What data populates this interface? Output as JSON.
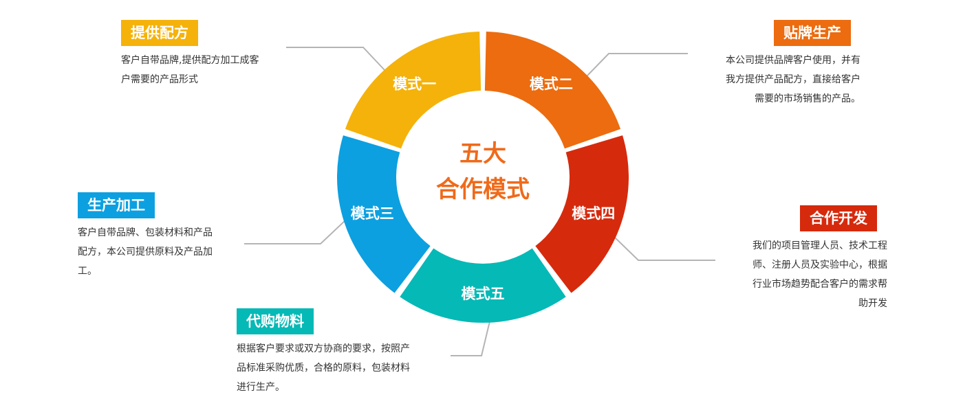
{
  "center": {
    "line1": "五大",
    "line2": "合作模式"
  },
  "segments": [
    {
      "label": "模式一",
      "color": "#f5b20a"
    },
    {
      "label": "模式二",
      "color": "#ec6c0f"
    },
    {
      "label": "模式四",
      "color": "#d62a0d"
    },
    {
      "label": "模式五",
      "color": "#05b9b6"
    },
    {
      "label": "模式三",
      "color": "#0ca0e0"
    }
  ],
  "cards": {
    "mode1": {
      "title": "提供配方",
      "color": "#f5b20a",
      "lines": [
        "客户自带品牌,提供配方加工成客",
        "户需要的产品形式"
      ]
    },
    "mode2": {
      "title": "贴牌生产",
      "color": "#ec6c0f",
      "lines": [
        "本公司提供品牌客户使用，并有",
        "我方提供产品配方，直接给客户",
        "需要的市场销售的产品。"
      ]
    },
    "mode3": {
      "title": "生产加工",
      "color": "#0ca0e0",
      "lines": [
        "客户自带品牌、包装材料和产品",
        "配方，本公司提供原料及产品加",
        "工。"
      ]
    },
    "mode4": {
      "title": "合作开发",
      "color": "#d62a0d",
      "lines": [
        "我们的项目管理人员、技术工程",
        "师、注册人员及实验中心，根据",
        "行业市场趋势配合客户的需求帮",
        "助开发"
      ]
    },
    "mode5": {
      "title": "代购物料",
      "color": "#05b9b6",
      "lines": [
        "根据客户要求或双方协商的要求，按照产",
        "品标准采购优质，合格的原料，包装材料",
        "进行生产。"
      ]
    }
  }
}
